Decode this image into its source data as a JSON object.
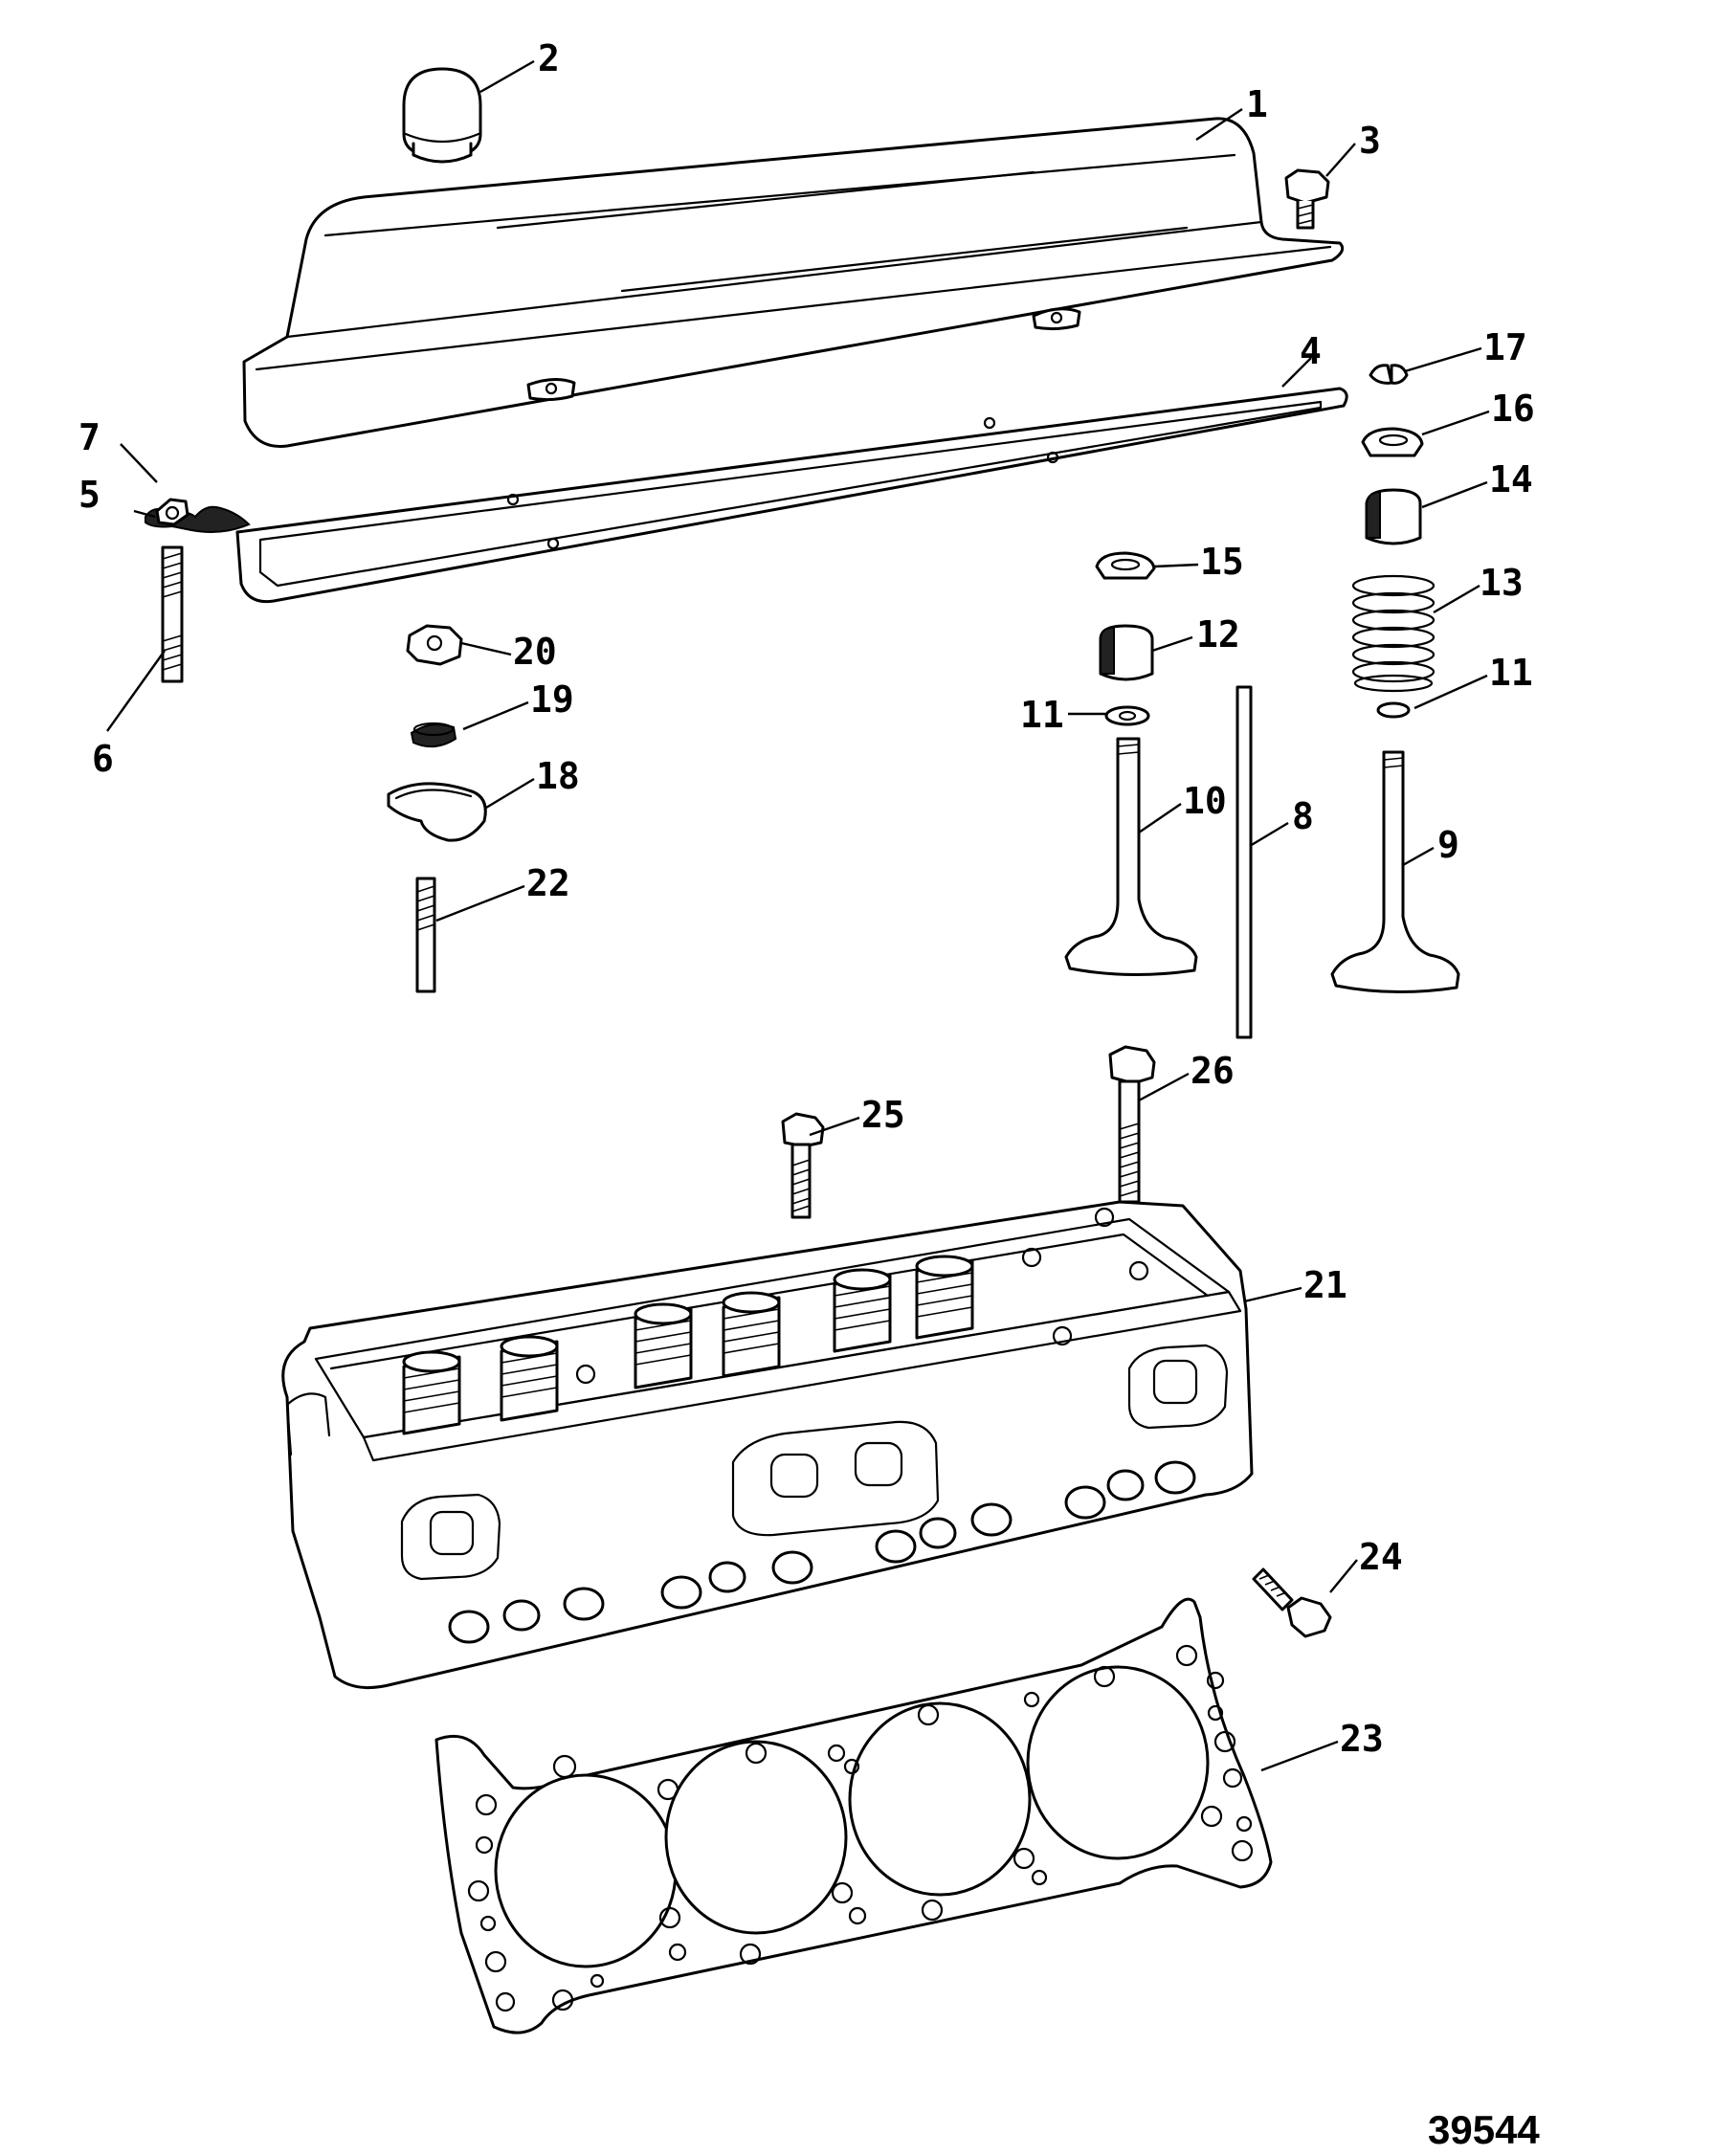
{
  "figure_number": "39544",
  "callouts": {
    "c1": "1",
    "c2": "2",
    "c3": "3",
    "c4": "4",
    "c5": "5",
    "c6": "6",
    "c7": "7",
    "c8": "8",
    "c9": "9",
    "c10": "10",
    "c11a": "11",
    "c11b": "11",
    "c12": "12",
    "c13": "13",
    "c14": "14",
    "c15": "15",
    "c16": "16",
    "c17": "17",
    "c18": "18",
    "c19": "19",
    "c20": "20",
    "c21": "21",
    "c22": "22",
    "c23": "23",
    "c24": "24",
    "c25": "25",
    "c26": "26"
  }
}
